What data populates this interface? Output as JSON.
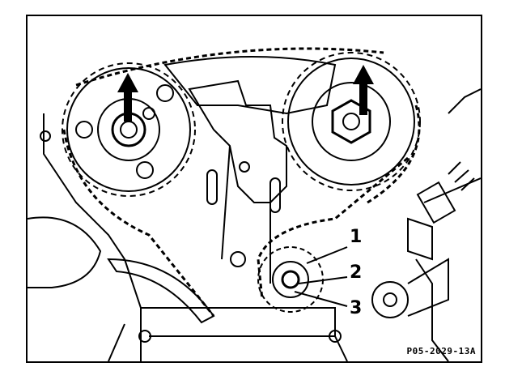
{
  "figure": {
    "reference_code": "P05-2029-13A",
    "callouts": [
      {
        "label": "1"
      },
      {
        "label": "2"
      },
      {
        "label": "3"
      }
    ]
  },
  "colors": {
    "ink": "#000000",
    "paper": "#ffffff"
  },
  "icons": {
    "left_marker": "up-arrow-icon",
    "right_marker": "up-arrow-icon"
  }
}
